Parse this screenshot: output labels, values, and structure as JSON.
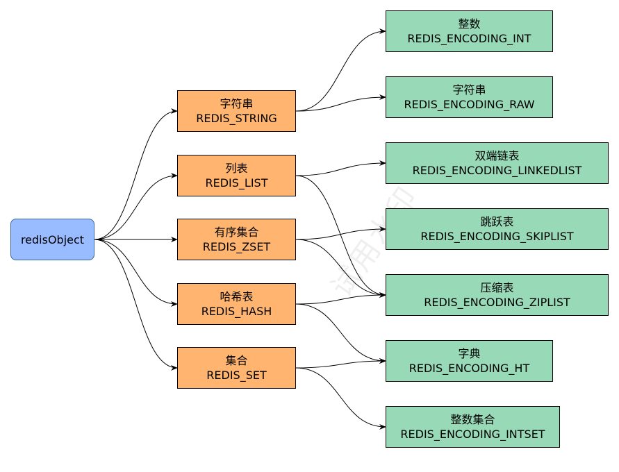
{
  "root": {
    "label": "redisObject"
  },
  "types": [
    {
      "id": "string",
      "cn": "字符串",
      "en": "REDIS_STRING"
    },
    {
      "id": "list",
      "cn": "列表",
      "en": "REDIS_LIST"
    },
    {
      "id": "zset",
      "cn": "有序集合",
      "en": "REDIS_ZSET"
    },
    {
      "id": "hash",
      "cn": "哈希表",
      "en": "REDIS_HASH"
    },
    {
      "id": "set",
      "cn": "集合",
      "en": "REDIS_SET"
    }
  ],
  "encodings": [
    {
      "id": "int",
      "cn": "整数",
      "en": "REDIS_ENCODING_INT"
    },
    {
      "id": "raw",
      "cn": "字符串",
      "en": "REDIS_ENCODING_RAW"
    },
    {
      "id": "linkedlist",
      "cn": "双端链表",
      "en": "REDIS_ENCODING_LINKEDLIST"
    },
    {
      "id": "skiplist",
      "cn": "跳跃表",
      "en": "REDIS_ENCODING_SKIPLIST"
    },
    {
      "id": "ziplist",
      "cn": "压缩表",
      "en": "REDIS_ENCODING_ZIPLIST"
    },
    {
      "id": "ht",
      "cn": "字典",
      "en": "REDIS_ENCODING_HT"
    },
    {
      "id": "intset",
      "cn": "整数集合",
      "en": "REDIS_ENCODING_INTSET"
    }
  ],
  "edges": [
    [
      "root",
      "string"
    ],
    [
      "root",
      "list"
    ],
    [
      "root",
      "zset"
    ],
    [
      "root",
      "hash"
    ],
    [
      "root",
      "set"
    ],
    [
      "string",
      "int"
    ],
    [
      "string",
      "raw"
    ],
    [
      "list",
      "linkedlist"
    ],
    [
      "list",
      "ziplist"
    ],
    [
      "zset",
      "skiplist"
    ],
    [
      "zset",
      "ziplist"
    ],
    [
      "hash",
      "ziplist"
    ],
    [
      "hash",
      "ht"
    ],
    [
      "set",
      "ht"
    ],
    [
      "set",
      "intset"
    ]
  ],
  "watermark": "试用水印",
  "colors": {
    "root": "#99bbff",
    "type": "#ffb570",
    "encoding": "#98dab8",
    "edge": "#000000"
  }
}
